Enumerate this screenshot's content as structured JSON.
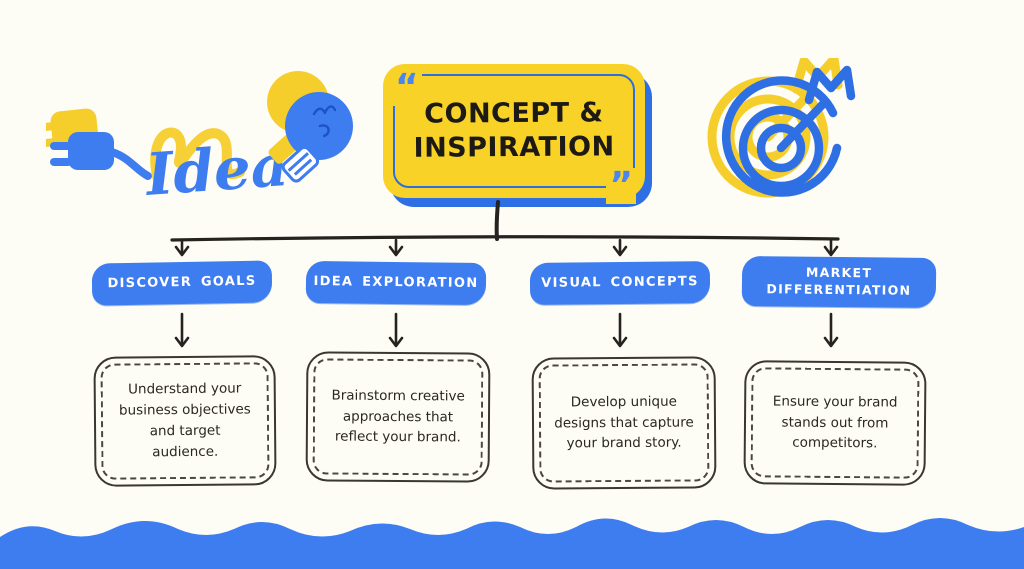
{
  "page": {
    "background": "#FDFCF5",
    "colors": {
      "blue": "#3E7DF0",
      "blue_dark": "#2F6FE4",
      "yellow": "#F8D226",
      "line_dark": "#26221F",
      "text_dark": "#2B2723",
      "white": "#FFFFFF"
    }
  },
  "title": {
    "line1": "CONCEPT &",
    "line2": "INSPIRATION",
    "open_quote": "“",
    "close_quote": "”"
  },
  "decorations": {
    "idea_word": "Idea",
    "left_icon": "plug-and-lightbulb-idea-doodle",
    "right_icon": "target-dart-icon",
    "bottom": "blue-wave"
  },
  "columns": [
    {
      "header": "DISCOVER GOALS",
      "body": "Understand your business objectives and target audience."
    },
    {
      "header": "IDEA EXPLORATION",
      "body": "Brainstorm creative approaches that reflect your brand."
    },
    {
      "header": "VISUAL CONCEPTS",
      "body": "Develop unique designs that capture your brand story."
    },
    {
      "header": "MARKET DIFFERENTIATION",
      "body": "Ensure your brand stands out from competitors."
    }
  ]
}
